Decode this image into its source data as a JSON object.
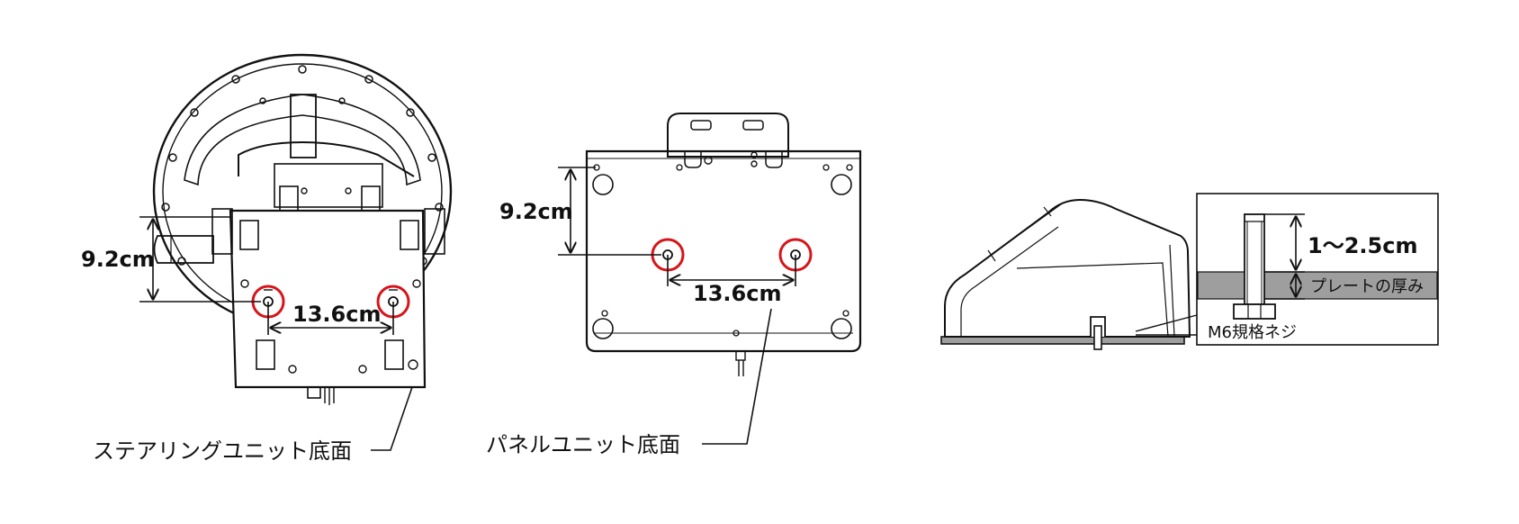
{
  "steering": {
    "height_dim": "9.2cm",
    "width_dim": "13.6cm",
    "caption": "ステアリングユニット底面"
  },
  "panel": {
    "height_dim": "9.2cm",
    "width_dim": "13.6cm",
    "caption": "パネルユニット底面"
  },
  "side": {
    "bolt_length": "1～2.5cm",
    "plate_label": "プレートの厚み",
    "screw_label": "M6規格ネジ"
  },
  "colors": {
    "line": "#111111",
    "highlight": "#d7141a",
    "plate": "#9e9e9e"
  }
}
